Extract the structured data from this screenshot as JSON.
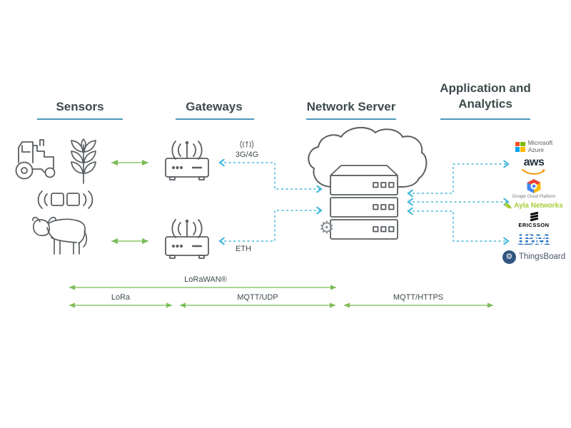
{
  "headers": {
    "sensors": "Sensors",
    "gateways": "Gateways",
    "network_server": "Network Server",
    "applications": "Application and Analytics"
  },
  "sensors": {
    "items": [
      {
        "icon": "tractor-icon"
      },
      {
        "icon": "wheat-icon"
      },
      {
        "icon": "wireless-sensor-icon"
      },
      {
        "icon": "cow-icon"
      }
    ]
  },
  "links": {
    "cellular": "3G/4G",
    "eth": "ETH"
  },
  "protocols": {
    "lorawan": "LoRaWAN®",
    "lora": "LoRa",
    "mqtt_udp": "MQTT/UDP",
    "mqtt_https": "MQTT/HTTPS"
  },
  "applications": [
    {
      "name": "Microsoft Azure",
      "line1": "Microsoft",
      "line2": "Azure"
    },
    {
      "name": "AWS",
      "label": "aws"
    },
    {
      "name": "Google Cloud Platform",
      "label": "Google Cloud Platform"
    },
    {
      "name": "Ayla Networks",
      "label": "Ayla Networks"
    },
    {
      "name": "Ericsson",
      "label": "ERICSSON"
    },
    {
      "name": "IBM",
      "label": "IBM"
    },
    {
      "name": "ThingsBoard",
      "label": "ThingsBoard"
    }
  ],
  "colors": {
    "header_text": "#3e4a4d",
    "header_underline": "#4e97ba",
    "green_arrow": "#8cc868",
    "blue_dashed_arrow": "#48b9dc",
    "icon_stroke": "#5a5e61"
  }
}
